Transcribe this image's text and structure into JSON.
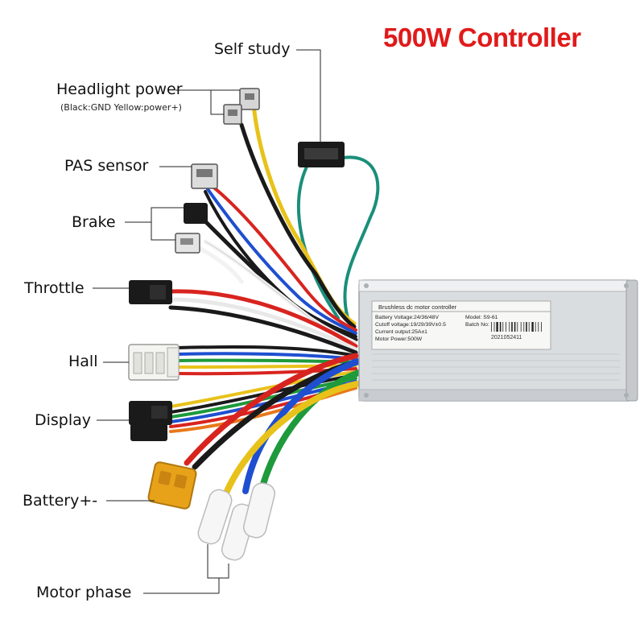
{
  "title": "500W Controller",
  "colors": {
    "title": "#e01a1a",
    "wire_red": "#d8241f",
    "wire_yellow": "#e8c21a",
    "wire_green": "#1e9a3c",
    "wire_blue": "#1f4fd0",
    "wire_black": "#1a1a1a",
    "wire_white": "#f2f2f2",
    "wire_teal": "#1a8f7a",
    "wire_orange": "#e8781a",
    "housing": "#d9dde0"
  },
  "labels": {
    "self_study": "Self study",
    "headlight_power": "Headlight power",
    "headlight_note": "(Black:GND Yellow:power+)",
    "pas_sensor": "PAS sensor",
    "brake": "Brake",
    "throttle": "Throttle",
    "hall": "Hall",
    "display": "Display",
    "battery": "Battery+-",
    "motor_phase": "Motor phase"
  },
  "controller": {
    "header": "Brushless dc motor controller",
    "battery_voltage": "Battery Voltage:24/36/48V",
    "cutoff_voltage": "Cutoff voltage:19/29/39V±0.5",
    "current_output": "Current output:25A±1",
    "motor_power": "Motor Power:500W",
    "model": "Model:  S9-61",
    "batch_label": "Batch No:",
    "batch_no": "2021052411"
  }
}
